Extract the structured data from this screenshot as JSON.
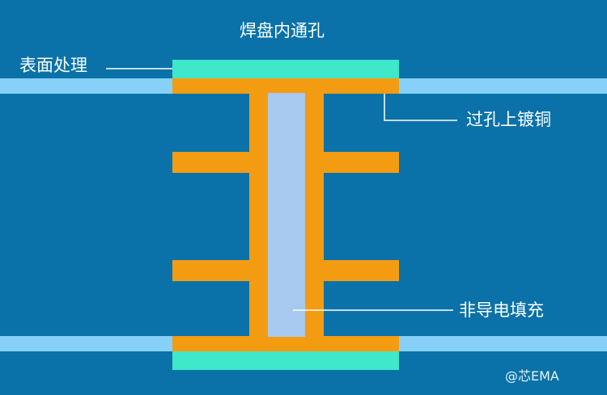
{
  "title": "焊盘内通孔",
  "labels": {
    "surface_finish": "表面处理",
    "via_plating": "过孔上镀铜",
    "fill": "非导电填充"
  },
  "watermark": "@芯EMA",
  "colors": {
    "background": "#0a72a8",
    "board_layer": "#87d0f7",
    "copper": "#f39c12",
    "surface_finish": "#3ee8c8",
    "fill": "#a8c9ef",
    "leader": "#ffffff"
  }
}
